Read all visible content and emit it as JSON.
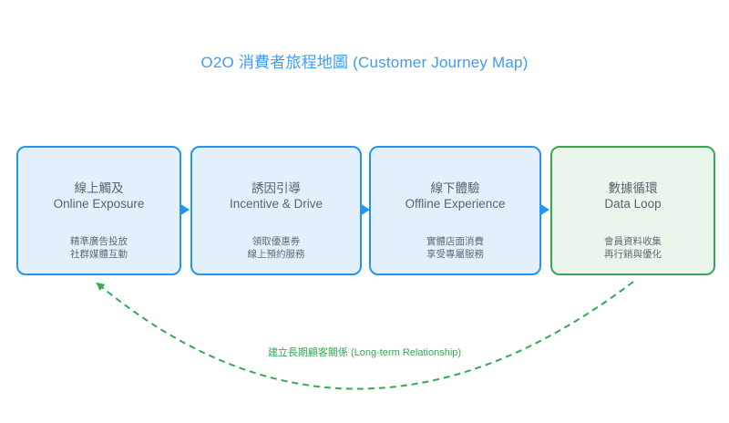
{
  "title": "O2O 消費者旅程地圖 (Customer Journey Map)",
  "stages": [
    {
      "title_zh": "線上觸及",
      "title_en": "Online Exposure",
      "detail_line1": "精準廣告投放",
      "detail_line2": "社群媒體互動",
      "theme": "blue"
    },
    {
      "title_zh": "誘因引導",
      "title_en": "Incentive & Drive",
      "detail_line1": "領取優惠券",
      "detail_line2": "線上預約服務",
      "theme": "blue"
    },
    {
      "title_zh": "線下體驗",
      "title_en": "Offline Experience",
      "detail_line1": "實體店面消費",
      "detail_line2": "享受專屬服務",
      "theme": "blue"
    },
    {
      "title_zh": "數據循環",
      "title_en": "Data Loop",
      "detail_line1": "會員資料收集",
      "detail_line2": "再行銷與優化",
      "theme": "green"
    }
  ],
  "loop": {
    "label": "建立長期顧客關係 (Long-term Relationship)"
  },
  "colors": {
    "accent_blue": "#2196F3",
    "title_blue": "#419BF4",
    "blue_fill": "#E3F0FC",
    "accent_green": "#34A853",
    "green_fill": "#EAF6EC",
    "text_gray": "#59646E"
  }
}
